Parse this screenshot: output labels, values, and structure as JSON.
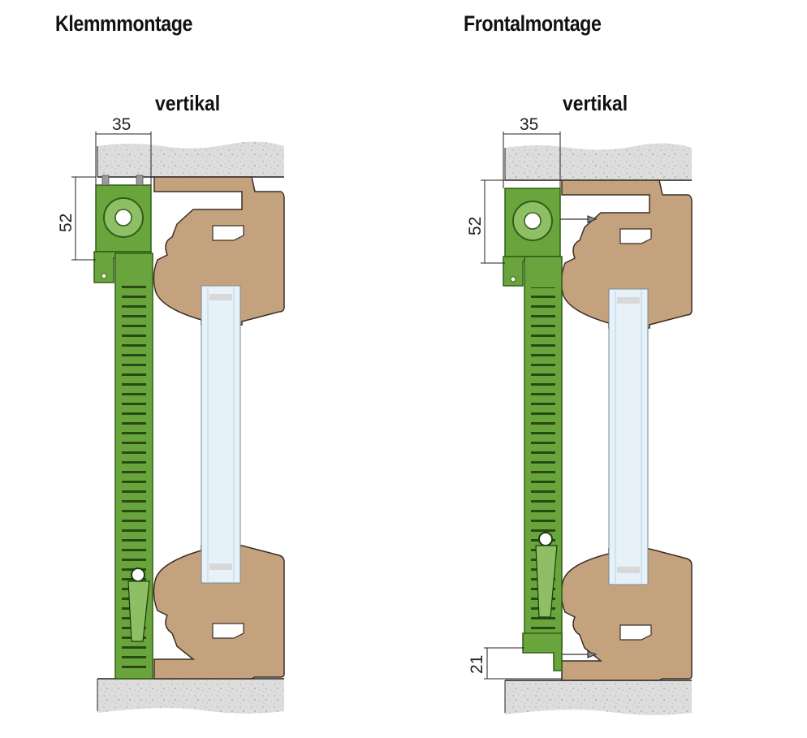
{
  "panels": [
    {
      "title": "Klemmmontage",
      "orientation_label": "vertikal",
      "dimensions": {
        "width": "35",
        "height": "52"
      }
    },
    {
      "title": "Frontalmontage",
      "orientation_label": "vertikal",
      "dimensions": {
        "width": "35",
        "height": "52",
        "bottom_offset": "21"
      }
    }
  ],
  "colors": {
    "wood": "#c4a27e",
    "wood_outline": "#3a2e24",
    "green_body": "#6aa43c",
    "green_dark": "#2f5e17",
    "glass": "#e6f1f8",
    "concrete": "#d9d9d9"
  }
}
